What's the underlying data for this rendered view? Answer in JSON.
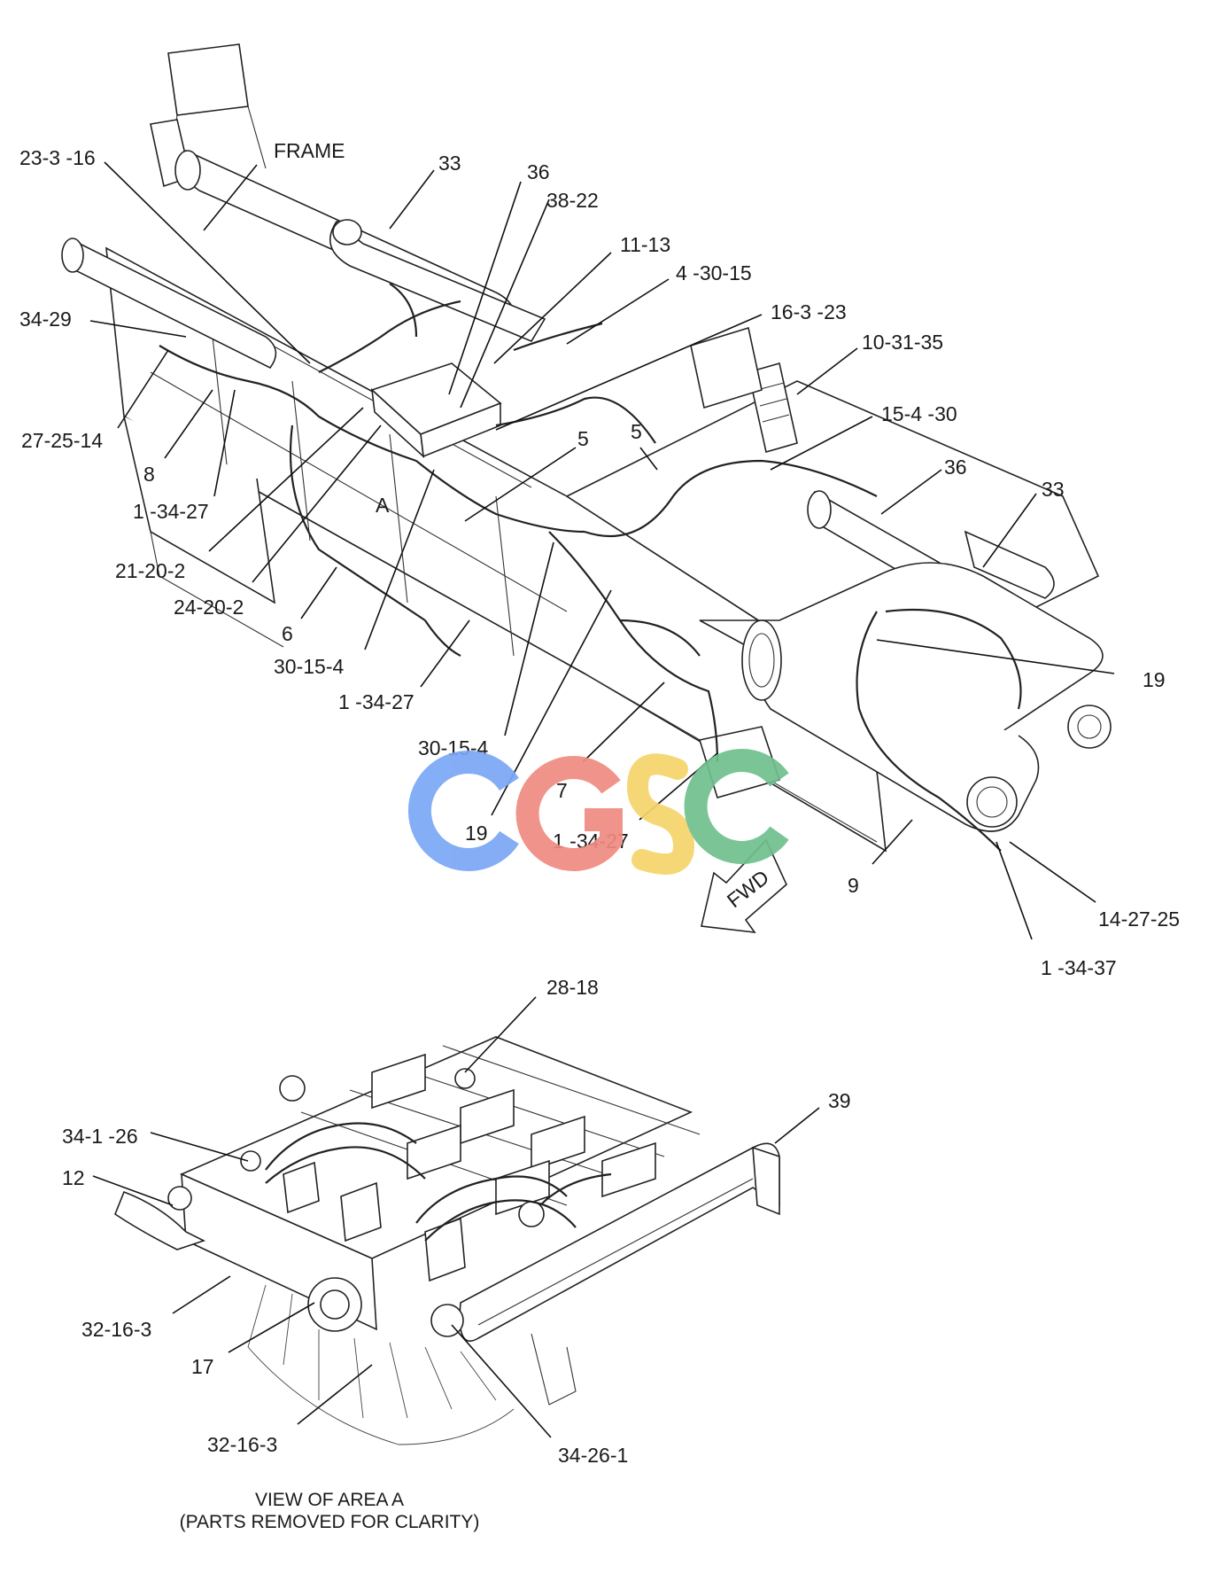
{
  "callouts": [
    {
      "id": "frame",
      "text": "FRAME"
    },
    {
      "id": "c23-3-16",
      "text": "23-3 -16"
    },
    {
      "id": "c33-top",
      "text": "33"
    },
    {
      "id": "c36-top",
      "text": "36"
    },
    {
      "id": "c38-22",
      "text": "38-22"
    },
    {
      "id": "c11-13",
      "text": "11-13"
    },
    {
      "id": "c4-30-15",
      "text": "4 -30-15"
    },
    {
      "id": "c16-3-23",
      "text": "16-3 -23"
    },
    {
      "id": "c34-29",
      "text": "34-29"
    },
    {
      "id": "c10-31-35",
      "text": "10-31-35"
    },
    {
      "id": "c27-25-14",
      "text": "27-25-14"
    },
    {
      "id": "c15-4-30",
      "text": "15-4 -30"
    },
    {
      "id": "c5-a",
      "text": "5"
    },
    {
      "id": "c5-b",
      "text": "5"
    },
    {
      "id": "c8",
      "text": "8"
    },
    {
      "id": "c36-right",
      "text": "36"
    },
    {
      "id": "c33-right",
      "text": "33"
    },
    {
      "id": "c1-34-27-a",
      "text": "1 -34-27"
    },
    {
      "id": "area-a",
      "text": "A"
    },
    {
      "id": "c21-20-2",
      "text": "21-20-2"
    },
    {
      "id": "c24-20-2",
      "text": "24-20-2"
    },
    {
      "id": "c6",
      "text": "6"
    },
    {
      "id": "c19-right",
      "text": "19"
    },
    {
      "id": "c30-15-4-a",
      "text": "30-15-4"
    },
    {
      "id": "c1-34-27-b",
      "text": "1 -34-27"
    },
    {
      "id": "c30-15-4-b",
      "text": "30-15-4"
    },
    {
      "id": "c7",
      "text": "7"
    },
    {
      "id": "c19-bottom",
      "text": "19"
    },
    {
      "id": "c1-34-27-c",
      "text": "1 -34-27"
    },
    {
      "id": "c9",
      "text": "9"
    },
    {
      "id": "c14-27-25",
      "text": "14-27-25"
    },
    {
      "id": "c1-34-37",
      "text": "1 -34-37"
    },
    {
      "id": "c28-18",
      "text": "28-18"
    },
    {
      "id": "c39",
      "text": "39"
    },
    {
      "id": "c34-1-26",
      "text": "34-1 -26"
    },
    {
      "id": "c12",
      "text": "12"
    },
    {
      "id": "c32-16-3-a",
      "text": "32-16-3"
    },
    {
      "id": "c17",
      "text": "17"
    },
    {
      "id": "c32-16-3-b",
      "text": "32-16-3"
    },
    {
      "id": "c34-26-1",
      "text": "34-26-1"
    }
  ],
  "fwd_label": "FWD",
  "caption": {
    "line1": "VIEW OF AREA A",
    "line2": "(PARTS REMOVED FOR CLARITY)"
  },
  "watermark": {
    "text": "CGSC",
    "colors": [
      "#7aa7f5",
      "#ef8b82",
      "#f5d56a",
      "#6fbf8e"
    ]
  }
}
